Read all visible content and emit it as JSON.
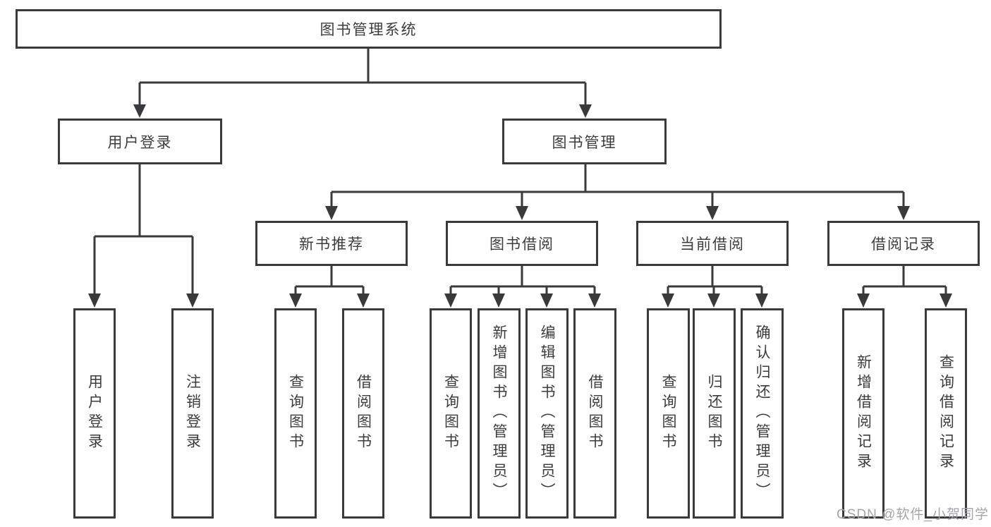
{
  "diagram": {
    "type": "hierarchy-tree",
    "root": {
      "label": "图书管理系统"
    },
    "level2": [
      {
        "label": "用户登录",
        "parent": "图书管理系统"
      },
      {
        "label": "图书管理",
        "parent": "图书管理系统"
      }
    ],
    "level3": [
      {
        "label": "新书推荐",
        "parent": "图书管理"
      },
      {
        "label": "图书借阅",
        "parent": "图书管理"
      },
      {
        "label": "当前借阅",
        "parent": "图书管理"
      },
      {
        "label": "借阅记录",
        "parent": "图书管理"
      }
    ],
    "leaves": [
      {
        "label": "用户登录",
        "parent": "用户登录"
      },
      {
        "label": "注销登录",
        "parent": "用户登录"
      },
      {
        "label": "查询图书",
        "parent": "新书推荐"
      },
      {
        "label": "借阅图书",
        "parent": "新书推荐"
      },
      {
        "label": "查询图书",
        "parent": "图书借阅"
      },
      {
        "label": "新增图书（管理员）",
        "parent": "图书借阅"
      },
      {
        "label": "编辑图书（管理员）",
        "parent": "图书借阅"
      },
      {
        "label": "借阅图书",
        "parent": "图书借阅"
      },
      {
        "label": "查询图书",
        "parent": "当前借阅"
      },
      {
        "label": "归还图书",
        "parent": "当前借阅"
      },
      {
        "label": "确认归还（管理员）",
        "parent": "当前借阅"
      },
      {
        "label": "新增借阅记录",
        "parent": "借阅记录"
      },
      {
        "label": "查询借阅记录",
        "parent": "借阅记录"
      }
    ]
  },
  "watermark": {
    "text": "CSDN @软件_小贺同学"
  },
  "colors": {
    "line": "#3a3a3c",
    "text": "#3c3c3e",
    "box_fill": "#ffffff",
    "background": "#ffffff",
    "watermark": "#a5a5a9"
  }
}
